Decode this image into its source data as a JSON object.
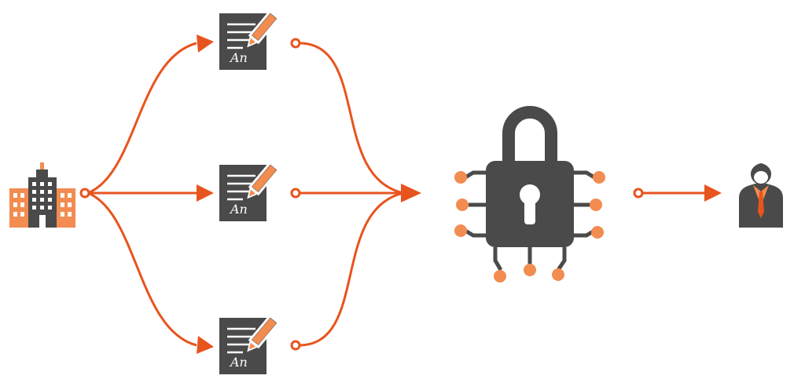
{
  "colors": {
    "accent": "#e8541e",
    "accent_light": "#f28c50",
    "dark": "#4a4a4a",
    "background": "#ffffff"
  },
  "nodes": [
    {
      "id": "company",
      "icon": "office-building-icon"
    },
    {
      "id": "document-top",
      "icon": "signed-document-icon",
      "signature": "An"
    },
    {
      "id": "document-middle",
      "icon": "signed-document-icon",
      "signature": "An"
    },
    {
      "id": "document-bottom",
      "icon": "signed-document-icon",
      "signature": "An"
    },
    {
      "id": "secure-chip",
      "icon": "padlock-chip-icon"
    },
    {
      "id": "user",
      "icon": "businessman-icon"
    }
  ],
  "edges": [
    {
      "from": "company",
      "to": "document-top"
    },
    {
      "from": "company",
      "to": "document-middle"
    },
    {
      "from": "company",
      "to": "document-bottom"
    },
    {
      "from": "document-top",
      "to": "secure-chip"
    },
    {
      "from": "document-middle",
      "to": "secure-chip"
    },
    {
      "from": "document-bottom",
      "to": "secure-chip"
    },
    {
      "from": "secure-chip",
      "to": "user"
    }
  ]
}
